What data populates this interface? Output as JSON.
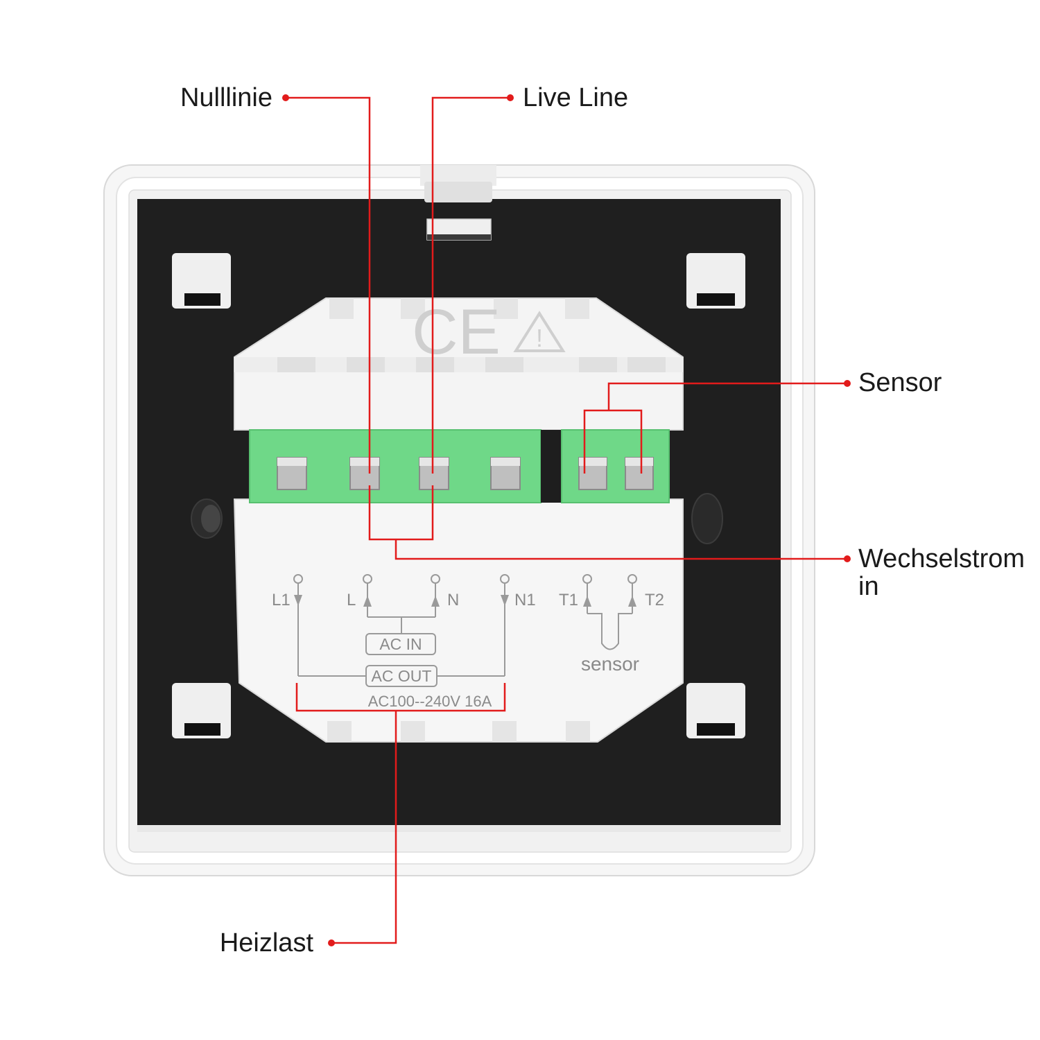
{
  "callouts": {
    "neutral": "Nulllinie",
    "live": "Live Line",
    "sensor": "Sensor",
    "ac_in_line1": "Wechselstrom",
    "ac_in_line2": "in",
    "heating_load": "Heizlast"
  },
  "terminals": {
    "l1": "L1",
    "l": "L",
    "n": "N",
    "n1": "N1",
    "t1": "T1",
    "t2": "T2"
  },
  "panel_labels": {
    "ac_in": "AC IN",
    "ac_out": "AC OUT",
    "rating": "AC100--240V 16A",
    "sensor": "sensor"
  },
  "marks": {
    "ce": "CE",
    "warning": "!"
  },
  "colors": {
    "callout_line": "#e21b1b",
    "terminal_block": "#6fd888",
    "panel": "#1f1f1f",
    "housing": "#f4f4f4"
  }
}
